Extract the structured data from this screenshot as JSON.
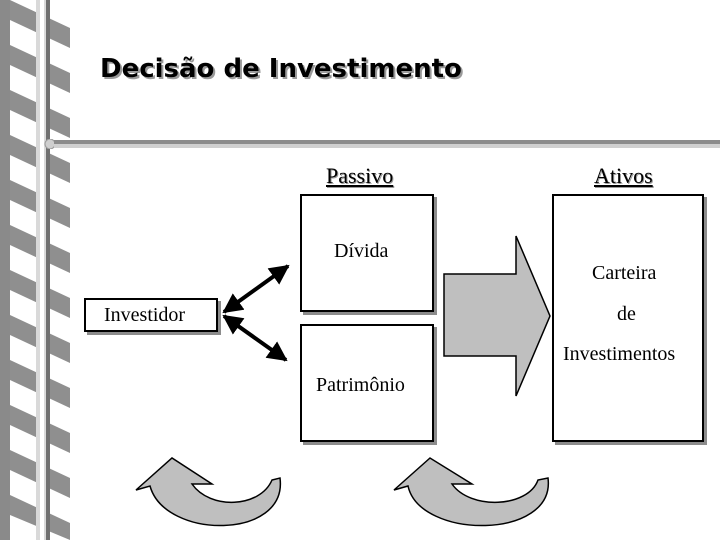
{
  "title": "Decisão de Investimento",
  "headers": {
    "passivo": "Passivo",
    "ativos": "Ativos"
  },
  "labels": {
    "divida": "Dívida",
    "patrimonio": "Patrimônio",
    "investidor": "Investidor",
    "carteira_1": "Carteira",
    "carteira_2": "de",
    "carteira_3": "Investimentos"
  }
}
